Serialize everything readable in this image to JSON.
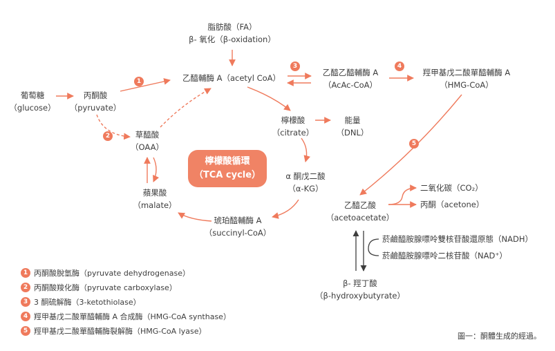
{
  "colors": {
    "arrow": "#ef7a5c",
    "tca_box": "#f08365",
    "text": "#3d3d3d"
  },
  "nodes": {
    "fa": {
      "line1": "脂肪酸（FA）",
      "line2": "β- 氧化（β-oxidation）"
    },
    "acetyl_coa": {
      "line1": "乙醯輔酶 A（acetyl CoA）"
    },
    "acac_coa": {
      "line1": "乙醯乙醯輔酶 A",
      "line2": "（AcAc-CoA）"
    },
    "hmg_coa": {
      "line1": "羥甲基戊二酸單醯輔酶 A",
      "line2": "（HMG-CoA）"
    },
    "glucose": {
      "line1": "葡萄糖",
      "line2": "（glucose）"
    },
    "pyruvate": {
      "line1": "丙酮酸",
      "line2": "（pyruvate）"
    },
    "citrate": {
      "line1": "檸檬酸",
      "line2": "（citrate）"
    },
    "dnl": {
      "line1": "能量",
      "line2": "（DNL）"
    },
    "oaa": {
      "line1": "草醯酸",
      "line2": "（OAA）"
    },
    "akg": {
      "line1": "α 酮戊二酸",
      "line2": "（α-KG）"
    },
    "malate": {
      "line1": "蘋果酸",
      "line2": "（malate）"
    },
    "succinyl": {
      "line1": "琥珀醯輔酶 A",
      "line2": "（succinyl-CoA）"
    },
    "acetoacetate": {
      "line1": "乙醯乙酸",
      "line2": "（acetoacetate）"
    },
    "co2": {
      "line1": "二氧化碳（CO₂）"
    },
    "acetone": {
      "line1": "丙酮（acetone）"
    },
    "nadh": {
      "line1": "菸鹼醯胺腺嘌呤雙核苷酸還原態（NADH）"
    },
    "nad": {
      "line1": "菸鹼醯胺腺嘌呤二核苷酸（NAD⁺）"
    },
    "bhb": {
      "line1": "β- 羥丁酸",
      "line2": "（β-hydroxybutyrate）"
    }
  },
  "tca": {
    "line1": "檸檬酸循環",
    "line2": "（TCA cycle）"
  },
  "step_numbers": [
    "1",
    "2",
    "3",
    "4",
    "5"
  ],
  "legend": [
    {
      "num": "1",
      "text": "丙酮酸脫氫酶（pyruvate dehydrogenase）"
    },
    {
      "num": "2",
      "text": "丙酮酸羧化酶（pyruvate carboxylase）"
    },
    {
      "num": "3",
      "text": "3 酮硫解酶（3-ketothiolase）"
    },
    {
      "num": "4",
      "text": "羥甲基戊二酸單醯輔酶 A 合成酶（HMG-CoA synthase）"
    },
    {
      "num": "5",
      "text": "羥甲基戊二酸單醯輔酶裂解酶（HMG-CoA lyase）"
    }
  ],
  "caption": "圖一：酮體生成的經過。"
}
